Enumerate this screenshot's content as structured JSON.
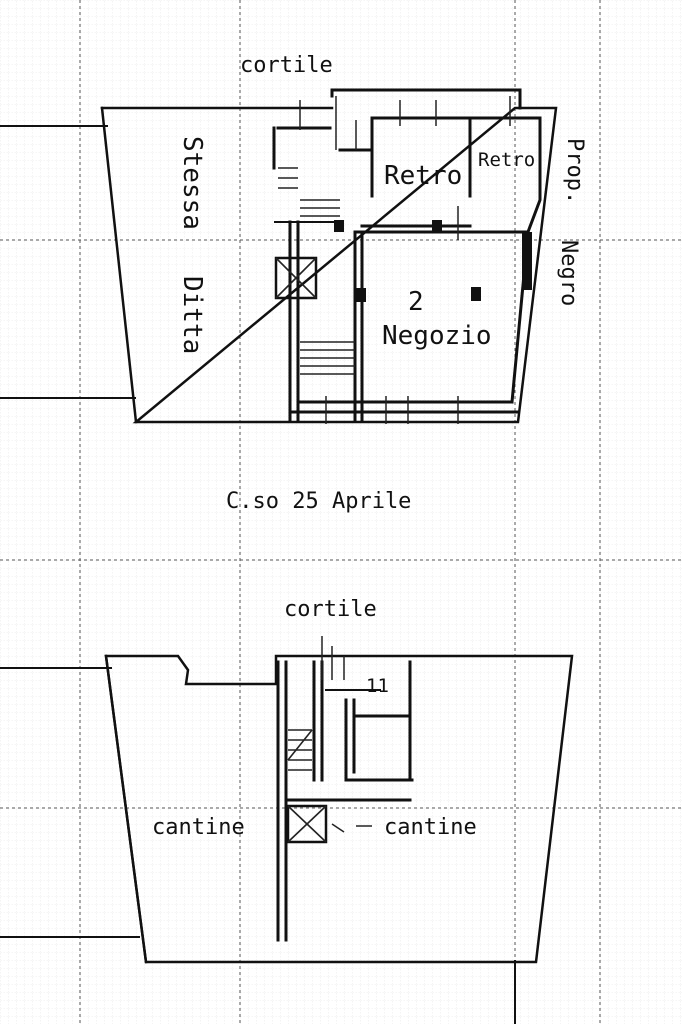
{
  "drawing": {
    "ground_floor": {
      "courtyard_label": "cortile",
      "left_neighbor_label": [
        "Stessa",
        "Ditta"
      ],
      "right_neighbor_label": [
        "Prop.",
        "Negro"
      ],
      "back_room_label": "Retro",
      "back_room_small_label": "Retro",
      "unit_number": "2",
      "shop_label": "Negozio",
      "street_label": "C.so 25 Aprile"
    },
    "basement": {
      "courtyard_label": "cortile",
      "unit_number": "11",
      "cellar_left_label": "cantine",
      "cellar_right_label": "cantine"
    }
  }
}
